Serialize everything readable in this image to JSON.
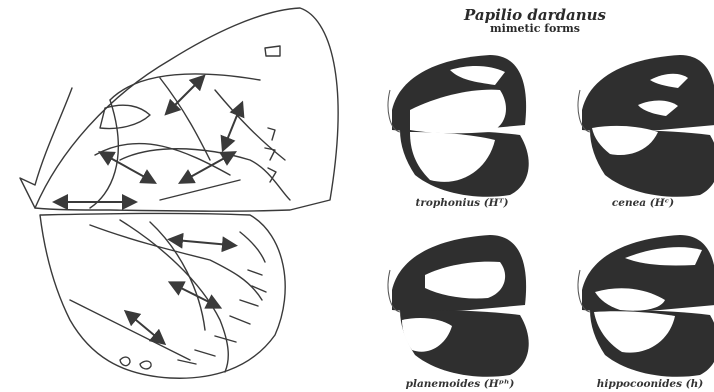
{
  "title": "Papilio dardanus",
  "subtitle": "mimetic forms",
  "forms": [
    {
      "name": "trophonius (Hᵀ)"
    },
    {
      "name": "cenea (Hᶜ)"
    },
    {
      "name": "planemoides (Hᵖʰ)"
    },
    {
      "name": "hippocoonides (h)"
    }
  ],
  "colors": {
    "ink": "#3a3a3a",
    "wing_dark": "#2f2f2f",
    "paper": "#ffffff"
  }
}
